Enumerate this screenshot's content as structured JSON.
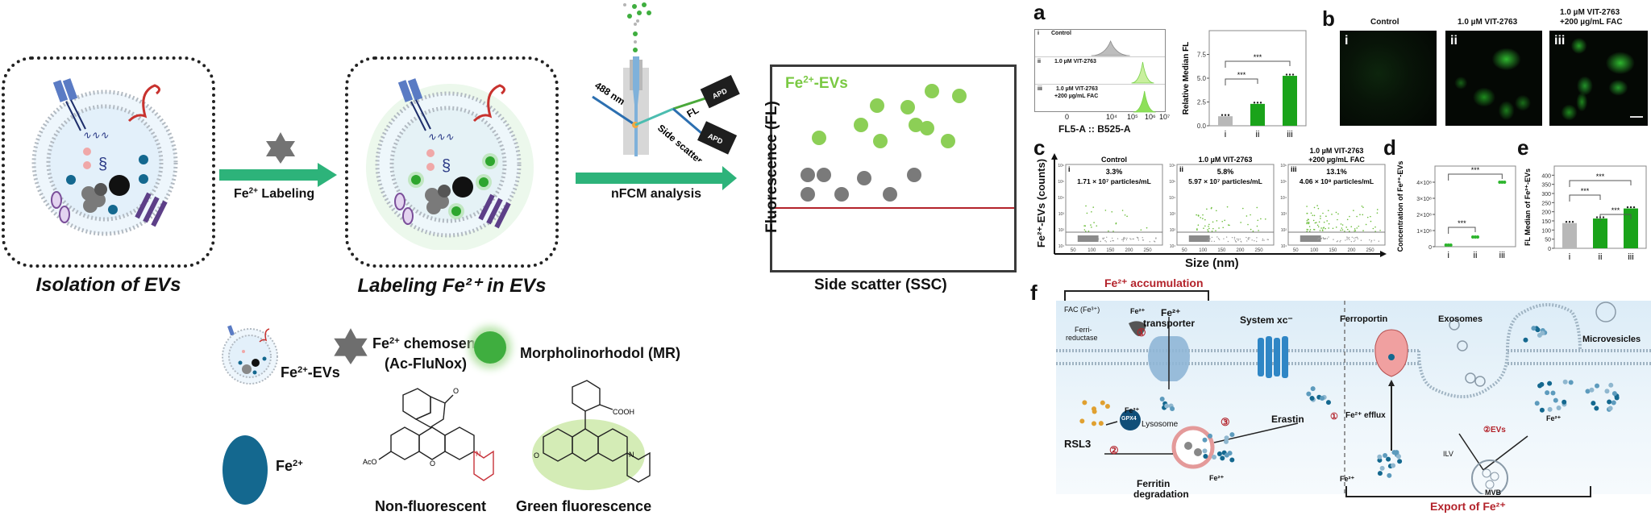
{
  "schematic": {
    "step1_caption": "Isolation of EVs",
    "step2_caption": "Labeling Fe²⁺ in EVs",
    "arrow1_label_pre": "Fe",
    "arrow1_label_sup": "2+",
    "arrow1_label_post": " Labeling",
    "arrow2_label": "nFCM analysis",
    "instrument": {
      "laser_label": "488 nm",
      "fl_label": "FL",
      "ss_label": "Side scatter",
      "detector_label": "APD"
    },
    "scatter_box": {
      "title_pre": "Fe",
      "title_sup": "2+",
      "title_post": "-EVs",
      "ylabel": "Fluorescence (FL)",
      "xlabel": "Side scatter (SSC)"
    }
  },
  "legend": {
    "ev_label_pre": "Fe",
    "ev_label_sup": "2+",
    "ev_label_post": "-EVs",
    "fe_label_pre": "Fe",
    "fe_label_sup": "2+",
    "sensor_label_pre": "Fe",
    "sensor_label_sup": "2+",
    "sensor_label_post": " chemosensor",
    "sensor_name": "(Ac-FluNox)",
    "mr_label": "Morpholinorhodol (MR)",
    "left_structure_caption": "Non-fluorescent",
    "right_structure_caption": "Green fluorescence",
    "structure_text": {
      "aco": "AcO",
      "cooh": "COOH",
      "o": "O",
      "n": "N"
    },
    "colors": {
      "fe": "#14688f",
      "sensor": "#6e6e6e",
      "mr": "#3fae3f",
      "glow": "#d4ecb6"
    }
  },
  "panel_a": {
    "letter": "a",
    "histogram": {
      "rows": [
        {
          "roman": "i",
          "label": "Control"
        },
        {
          "roman": "ii",
          "label": "1.0 µM VIT-2763"
        },
        {
          "roman": "iii",
          "label": "1.0 µM VIT-2763",
          "label2": "+200 µg/mL FAC"
        }
      ],
      "xticks": [
        "0",
        "10⁴",
        "10⁵",
        "10⁶",
        "10⁷"
      ],
      "xlabel": "FL5-A :: B525-A"
    }
  },
  "panel_b": {
    "letter": "b",
    "images": [
      {
        "roman": "i",
        "title": "Control"
      },
      {
        "roman": "ii",
        "title": "1.0 µM VIT-2763"
      },
      {
        "roman": "iii",
        "title": "1.0 µM VIT-2763",
        "title2": "+200 µg/mL FAC"
      }
    ]
  },
  "panel_c": {
    "letter": "c",
    "ylabel": "Fe²⁺-EVs (counts)",
    "xlabel": "Size (nm)",
    "yticks": [
      "10⁶",
      "10⁵",
      "10⁴",
      "10³",
      "10²",
      "10¹"
    ],
    "xticks": [
      "50",
      "100",
      "150",
      "200",
      "250"
    ],
    "plots": [
      {
        "roman": "i",
        "title": "Control",
        "percent": "3.3%",
        "conc": "1.71 × 10⁷ particles/mL"
      },
      {
        "roman": "ii",
        "title": "1.0 µM VIT-2763",
        "percent": "5.8%",
        "conc": "5.97 × 10⁷ particles/mL"
      },
      {
        "roman": "iii",
        "title": "1.0 µM VIT-2763",
        "title2": "+200 µg/mL FAC",
        "percent": "13.1%",
        "conc": "4.06 × 10⁸ particles/mL"
      }
    ]
  },
  "panel_d": {
    "letter": "d"
  },
  "panel_e": {
    "letter": "e"
  },
  "panel_f": {
    "letter": "f",
    "accumulation_title": "Fe²⁺ accumulation",
    "export_title": "Export of Fe²⁺",
    "labels": {
      "fac": "FAC (Fe³⁺)",
      "ferri": "Ferri-",
      "reductase": "reductase",
      "fe2": "Fe²⁺",
      "transporter1": "Fe²⁺",
      "transporter2": "transporter",
      "system": "System xc⁻",
      "rsl3": "RSL3",
      "gpx4": "GPX4",
      "lysosome": "Lysosome",
      "ferritin1": "Ferritin",
      "ferritin2": "degradation",
      "erastin": "Erastin",
      "ferroportin": "Ferroportin",
      "efflux": "Fe²⁺ efflux",
      "exosomes": "Exosomes",
      "microvesicles": "Microvesicles",
      "evs": "②EVs",
      "ilv": "ILV",
      "mvb": "MVB",
      "step1": "①",
      "step2": "②",
      "step3": "③"
    }
  },
  "chart_data": [
    {
      "id": "a-histogram",
      "type": "area",
      "title": "",
      "xlabel": "FL5-A :: B525-A",
      "xscale": "biexponential",
      "xticks": [
        "0",
        "10⁴",
        "10⁵",
        "10⁶",
        "10⁷"
      ],
      "series": [
        {
          "name": "Control",
          "peak_log10": 3.9,
          "color": "#bdbdbd"
        },
        {
          "name": "1.0 µM VIT-2763",
          "peak_log10": 5.75,
          "color": "#c9ef9e"
        },
        {
          "name": "1.0 µM VIT-2763 +200 µg/mL FAC",
          "peak_log10": 5.85,
          "color": "#8ee05a"
        }
      ]
    },
    {
      "id": "a-bar",
      "type": "bar",
      "categories": [
        "i",
        "ii",
        "iii"
      ],
      "values": [
        1.0,
        2.3,
        5.25
      ],
      "errors": [
        0.05,
        0.15,
        0.2
      ],
      "colors": [
        "#b8b8b8",
        "#1aa31a",
        "#1aa31a"
      ],
      "ylabel": "Relative Median FL",
      "ylim": [
        0,
        10
      ],
      "yticks": [
        "0.0",
        "2.5",
        "5.0",
        "7.5"
      ],
      "significance": [
        {
          "from": "i",
          "to": "ii",
          "label": "***"
        },
        {
          "from": "i",
          "to": "iii",
          "label": "***"
        }
      ]
    },
    {
      "id": "c-scatter",
      "type": "scatter",
      "xlabel": "Size (nm)",
      "ylabel": "Fe²⁺-EVs (counts)",
      "xlim": [
        30,
        290
      ],
      "ylim_log10": [
        1,
        6
      ],
      "threshold_log10": 1.8,
      "panels": [
        {
          "name": "Control",
          "positive_percent": 3.3,
          "concentration": "1.71 × 10⁷ particles/mL"
        },
        {
          "name": "1.0 µM VIT-2763",
          "positive_percent": 5.8,
          "concentration": "5.97 × 10⁷ particles/mL"
        },
        {
          "name": "1.0 µM VIT-2763 +200 µg/mL FAC",
          "positive_percent": 13.1,
          "concentration": "4.06 × 10⁸ particles/mL"
        }
      ]
    },
    {
      "id": "d-dot",
      "type": "scatter",
      "categories": [
        "i",
        "ii",
        "iii"
      ],
      "values": [
        10000000.0,
        60000000.0,
        400000000.0
      ],
      "ylabel": "Concentration of Fe²⁺-EVs",
      "ylim": [
        0,
        500000000.0
      ],
      "yticks": [
        "0",
        "1×10⁸",
        "2×10⁸",
        "3×10⁸",
        "4×10⁸"
      ],
      "color": "#2db52d",
      "significance": [
        {
          "from": "i",
          "to": "ii",
          "label": "***"
        },
        {
          "from": "i",
          "to": "iii",
          "label": "***"
        }
      ]
    },
    {
      "id": "e-bar",
      "type": "bar",
      "categories": [
        "i",
        "ii",
        "iii"
      ],
      "values": [
        138,
        163,
        218
      ],
      "colors": [
        "#b8b8b8",
        "#1aa31a",
        "#1aa31a"
      ],
      "ylabel": "FL Median of Fe²⁺-EVs",
      "ylim": [
        0,
        450
      ],
      "yticks": [
        "0",
        "50",
        "100",
        "150",
        "200",
        "250",
        "300",
        "350",
        "400"
      ],
      "significance": [
        {
          "from": "i",
          "to": "ii",
          "label": "***"
        },
        {
          "from": "i",
          "to": "iii",
          "label": "***"
        },
        {
          "from": "ii",
          "to": "iii",
          "label": "***"
        }
      ]
    }
  ]
}
